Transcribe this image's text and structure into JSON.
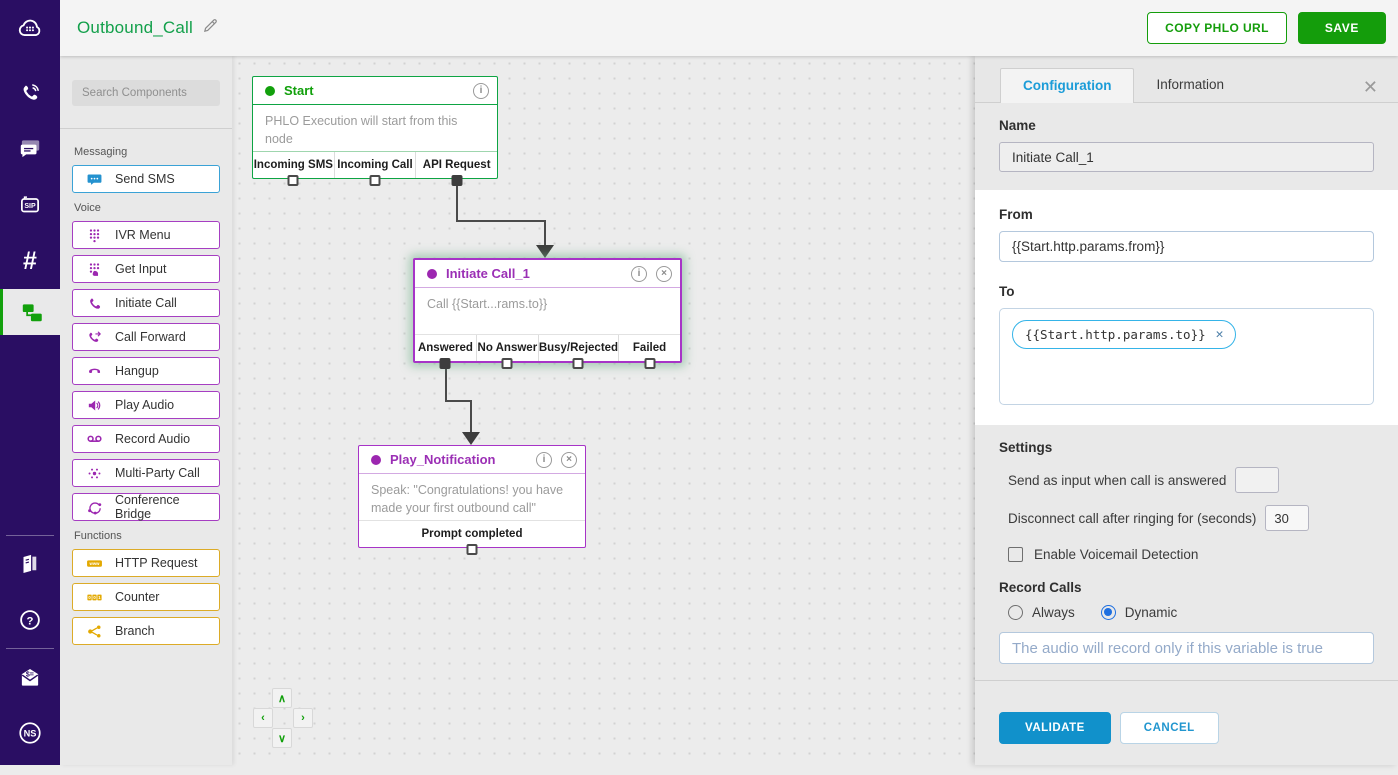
{
  "header": {
    "title": "Outbound_Call",
    "copy_phlo_url_label": "COPY PHLO URL",
    "save_label": "SAVE"
  },
  "nav": {
    "items": [
      {
        "icon": "plivo-cloud-logo-icon"
      },
      {
        "icon": "voice-phone-icon"
      },
      {
        "icon": "messaging-icon"
      },
      {
        "icon": "sip-trunking-icon"
      },
      {
        "icon": "phone-numbers-hash-icon",
        "glyph": "#"
      },
      {
        "icon": "phlo-flow-icon",
        "active": true
      },
      {
        "icon": "docs-book-icon"
      },
      {
        "icon": "help-question-icon"
      },
      {
        "icon": "billing-envelope-icon"
      },
      {
        "icon": "account-avatar-icon",
        "initials": "NS"
      }
    ]
  },
  "components_panel": {
    "search_placeholder": "Search Components",
    "sections": [
      {
        "label": "Messaging",
        "items": [
          {
            "label": "Send SMS",
            "icon": "chat-bubble-icon"
          }
        ]
      },
      {
        "label": "Voice",
        "items": [
          {
            "label": "IVR Menu",
            "icon": "keypad-icon"
          },
          {
            "label": "Get Input",
            "icon": "keypad-input-icon"
          },
          {
            "label": "Initiate Call",
            "icon": "phone-icon"
          },
          {
            "label": "Call Forward",
            "icon": "phone-forward-icon"
          },
          {
            "label": "Hangup",
            "icon": "phone-hangup-icon"
          },
          {
            "label": "Play Audio",
            "icon": "speaker-icon"
          },
          {
            "label": "Record Audio",
            "icon": "voicemail-icon"
          },
          {
            "label": "Multi-Party Call",
            "icon": "multi-party-dots-icon"
          },
          {
            "label": "Conference Bridge",
            "icon": "conference-loop-icon"
          }
        ]
      },
      {
        "label": "Functions",
        "items": [
          {
            "label": "HTTP Request",
            "icon": "www-badge-icon"
          },
          {
            "label": "Counter",
            "icon": "counter-digits-icon"
          },
          {
            "label": "Branch",
            "icon": "branch-share-icon"
          }
        ]
      }
    ]
  },
  "canvas": {
    "nodes": [
      {
        "title": "Start",
        "body": "PHLO Execution will start from this node",
        "outputs": [
          {
            "label": "Incoming SMS",
            "connected": false
          },
          {
            "label": "Incoming Call",
            "connected": false
          },
          {
            "label": "API Request",
            "connected": true
          }
        ]
      },
      {
        "title": "Initiate Call_1",
        "body": "Call {{Start...rams.to}}",
        "selected": true,
        "outputs": [
          {
            "label": "Answered",
            "connected": true
          },
          {
            "label": "No Answer",
            "connected": false
          },
          {
            "label": "Busy/Rejected",
            "connected": false
          },
          {
            "label": "Failed",
            "connected": false
          }
        ]
      },
      {
        "title": "Play_Notification",
        "body": "Speak: \"Congratulations! you have made your first outbound call\"",
        "outputs": [
          {
            "label": "Prompt completed",
            "connected": false
          }
        ]
      }
    ]
  },
  "config_panel": {
    "tabs": [
      {
        "label": "Configuration",
        "active": true
      },
      {
        "label": "Information",
        "active": false
      }
    ],
    "name_field": {
      "label": "Name",
      "value": "Initiate Call_1"
    },
    "from_field": {
      "label": "From",
      "value": "{{Start.http.params.from}}"
    },
    "to_field": {
      "label": "To",
      "chip_value": "{{Start.http.params.to}}"
    },
    "settings": {
      "title": "Settings",
      "send_as_input_label": "Send as input when call is answered",
      "send_as_input_value": "",
      "disconnect_label": "Disconnect call after ringing for (seconds)",
      "disconnect_value": "30",
      "voicemail_label": "Enable Voicemail Detection",
      "voicemail_checked": false,
      "record_calls_label": "Record Calls",
      "record_options": [
        {
          "label": "Always",
          "selected": false
        },
        {
          "label": "Dynamic",
          "selected": true
        }
      ],
      "record_placeholder": "The audio will record only if this variable is true"
    },
    "validate_label": "VALIDATE",
    "cancel_label": "CANCEL"
  },
  "colors": {
    "brand_green": "#149d0b",
    "voice_purple": "#9c27b0",
    "messaging_blue": "#2492cf",
    "functions_gold": "#dcab27",
    "config_blue": "#1191cb",
    "radio_blue": "#1e6fe0",
    "sidebar_indigo": "#2a0e63"
  }
}
